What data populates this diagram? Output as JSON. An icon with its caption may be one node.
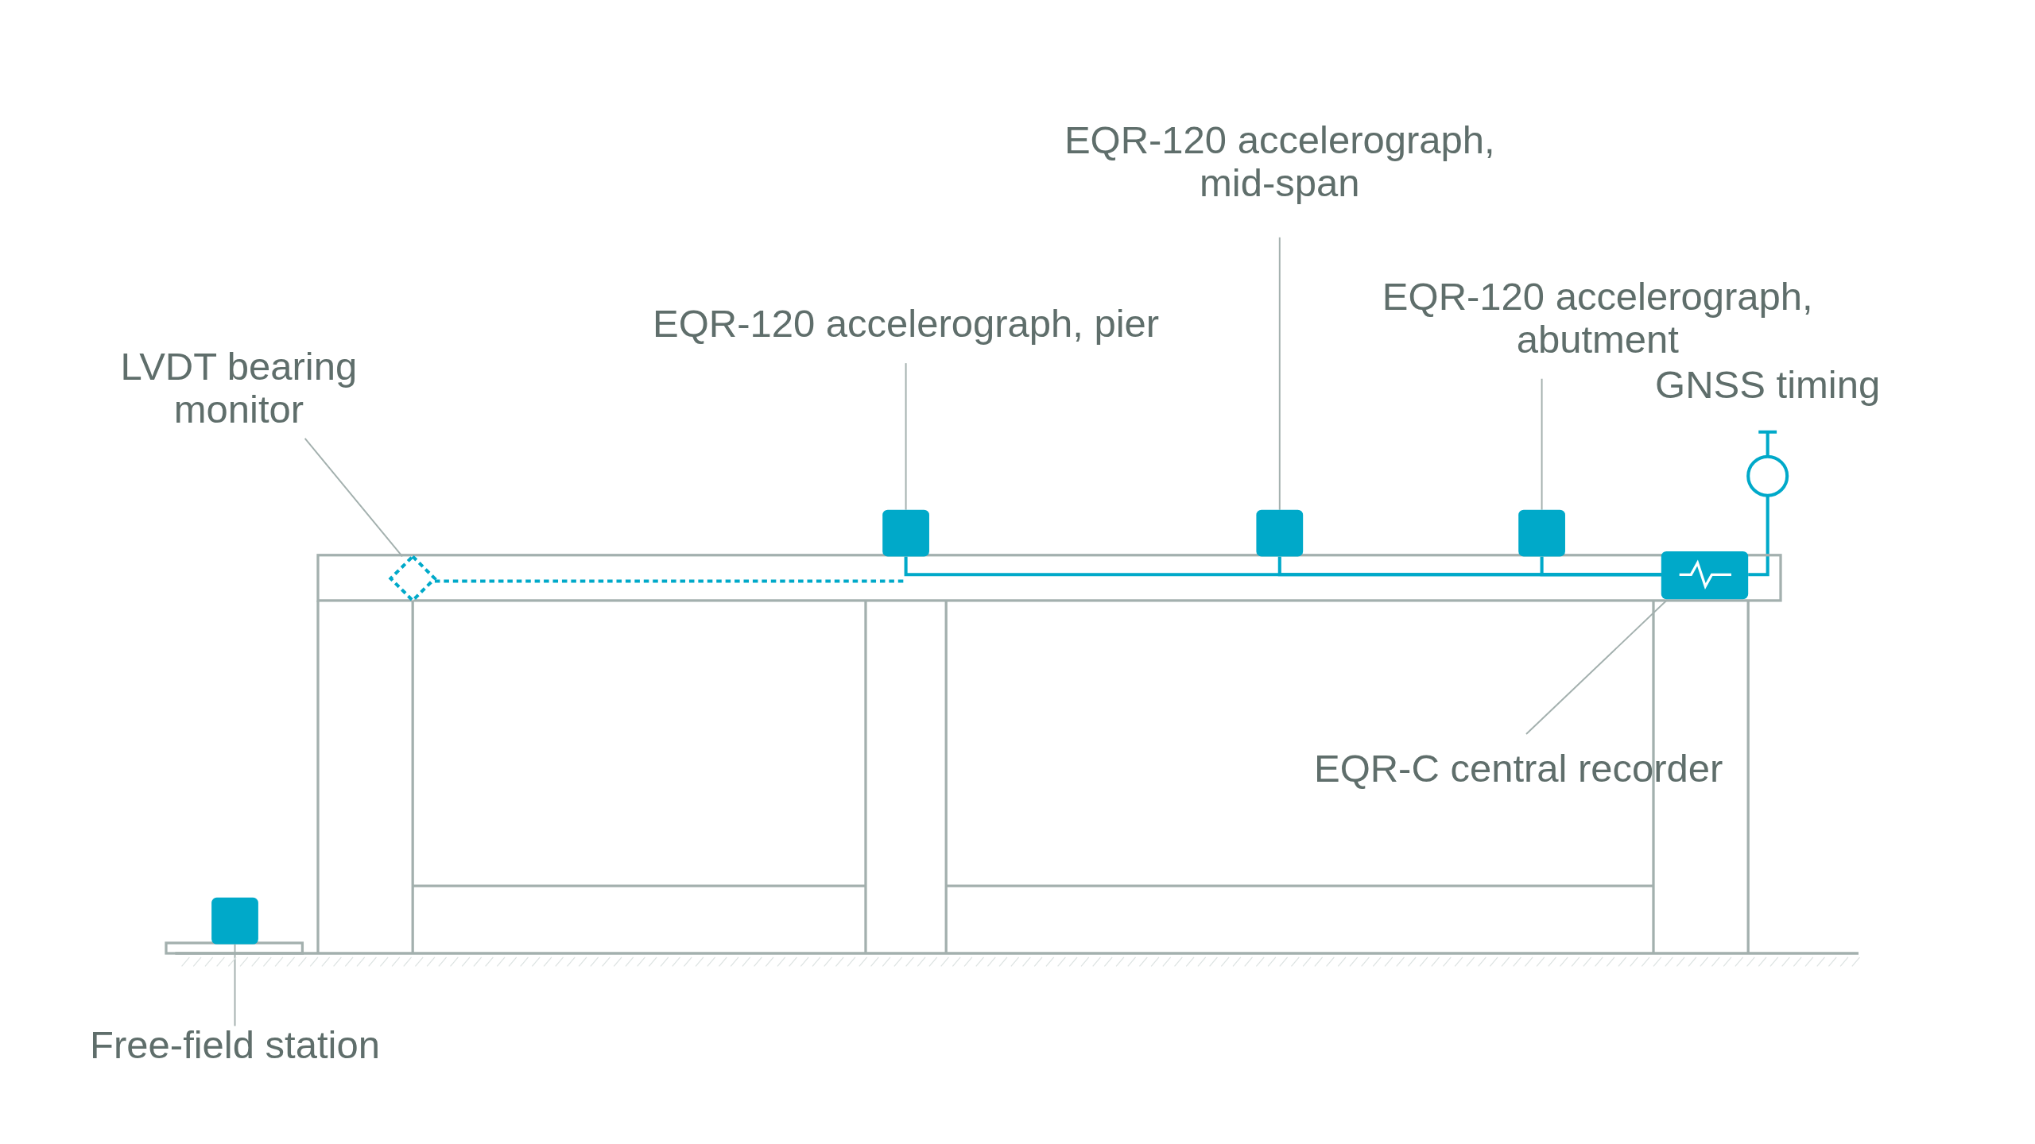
{
  "diagram": {
    "nodes": [
      {
        "text": [
          "LVDT bearing monitor"
        ]
      },
      {
        "text": [],
        "shape": "diamond"
      },
      {
        "text": [
          "EQR-120 accelerograph, pier"
        ]
      },
      {
        "text": [],
        "shape": "box"
      },
      {
        "text": [
          "EQR-120 accelerograph, mid-span"
        ]
      },
      {
        "text": [],
        "shape": "box"
      },
      {
        "text": [
          "EQR-120 accelerograph, abutment"
        ]
      },
      {
        "text": [],
        "shape": "box"
      },
      {
        "text": [
          "GNSS timing"
        ]
      },
      {
        "text": [],
        "shape": "box"
      },
      {
        "text": [
          "EQR-C central recorder"
        ]
      },
      {
        "text": [],
        "shape": "box"
      },
      {
        "text": [
          "Free-field station"
        ]
      }
    ],
    "edges": [
      {
        "from": 0,
        "to": 1,
        "arrow": "none"
      },
      {
        "from": 2,
        "to": 3,
        "arrow": "none"
      },
      {
        "from": 4,
        "to": 5,
        "arrow": "none"
      },
      {
        "from": 6,
        "to": 7,
        "arrow": "none"
      },
      {
        "from": 1,
        "to": 3,
        "arrow": "none",
        "style": "dashed",
        "color": "#00a9c9"
      },
      {
        "from": 3,
        "to": 9,
        "arrow": "none",
        "color": "#00a9c9"
      },
      {
        "from": 5,
        "to": 9,
        "arrow": "none",
        "color": "#00a9c9"
      },
      {
        "from": 7,
        "to": 9,
        "arrow": "none",
        "color": "#00a9c9"
      },
      {
        "from": 8,
        "to": 9,
        "arrow": "none",
        "color": "#00a9c9"
      },
      {
        "from": 10,
        "to": 9,
        "arrow": "none"
      },
      {
        "from": 12,
        "to": 11,
        "arrow": "none"
      }
    ]
  }
}
